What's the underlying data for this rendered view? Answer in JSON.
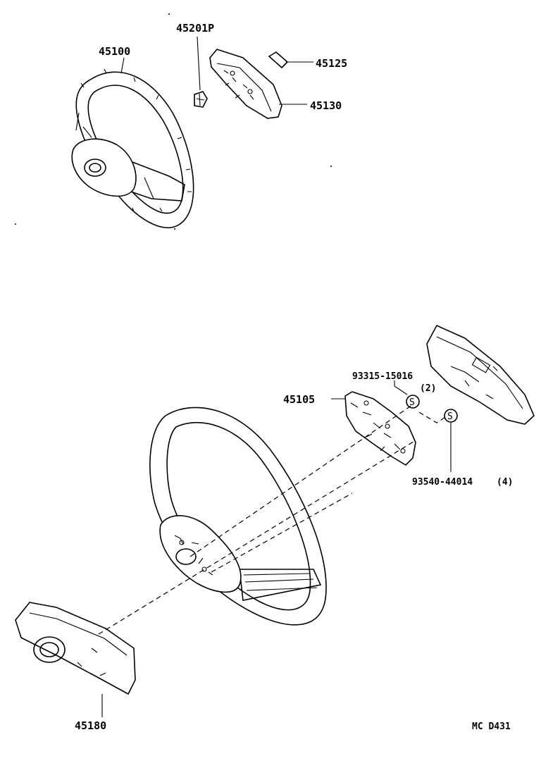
{
  "parts": {
    "p45100": "45100",
    "p45201P": "45201P",
    "p45125": "45125",
    "p45130": "45130",
    "p45105": "45105",
    "p93315": "93315-15016",
    "p93315_qty": "(2)",
    "p93540": "93540-44014",
    "p93540_qty": "(4)",
    "p45180": "45180"
  },
  "screw_symbol": "S",
  "figure_code": "MC D431"
}
